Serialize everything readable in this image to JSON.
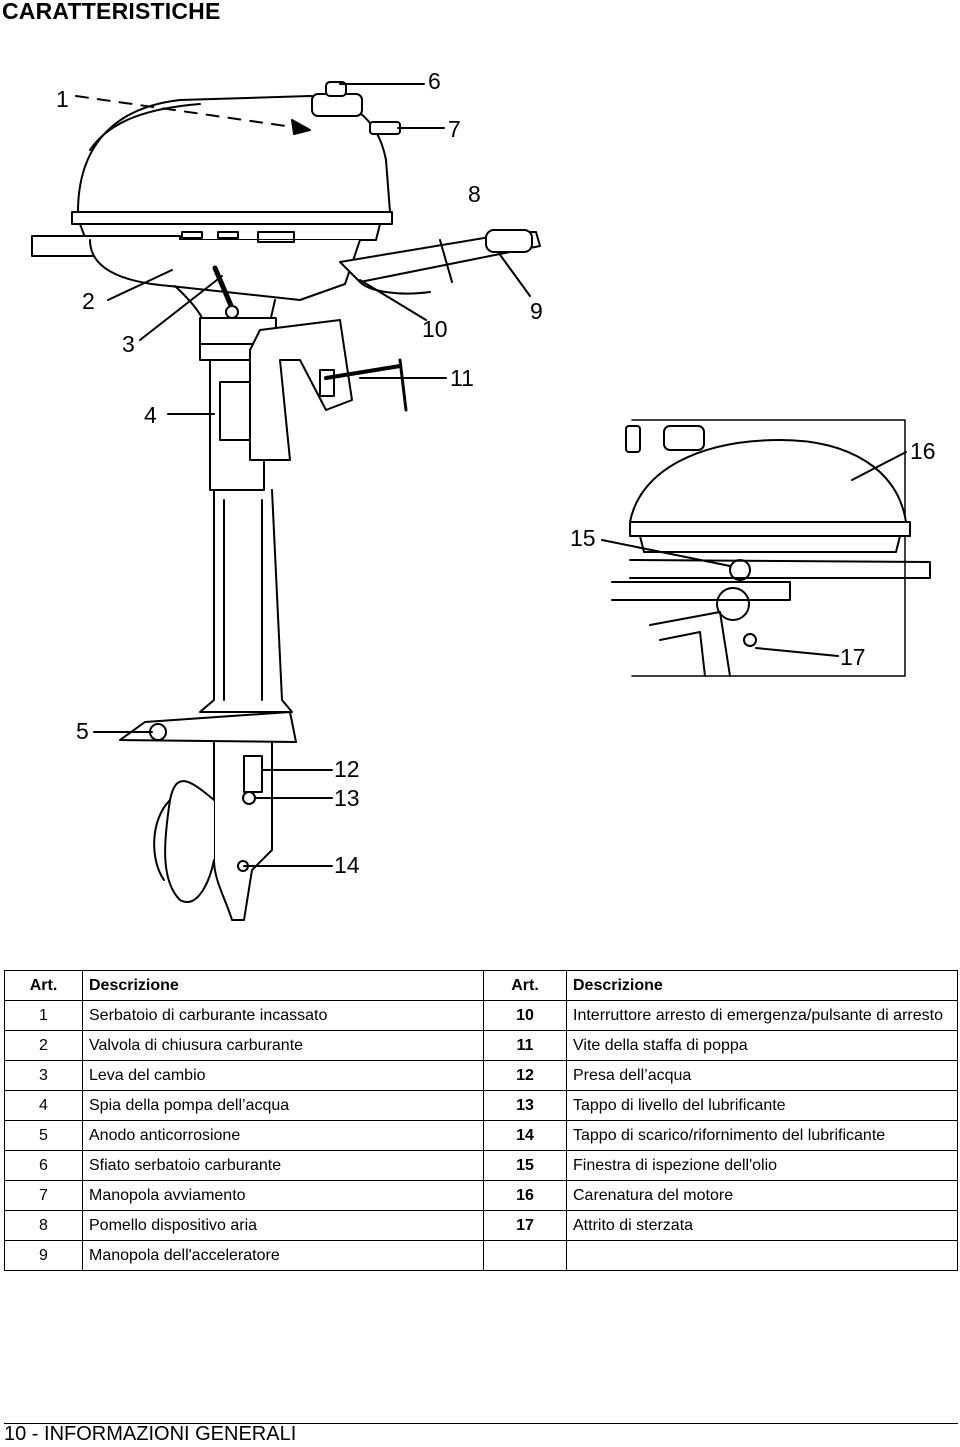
{
  "page": {
    "title": "CARATTERISTICHE",
    "footer": "10 - INFORMAZIONI GENERALI"
  },
  "callouts": [
    "1",
    "2",
    "3",
    "4",
    "5",
    "6",
    "7",
    "8",
    "9",
    "10",
    "11",
    "12",
    "13",
    "14",
    "15",
    "16",
    "17"
  ],
  "table": {
    "headers": [
      "Art.",
      "Descrizione",
      "Art.",
      "Descrizione"
    ],
    "rows": [
      {
        "n1": "1",
        "d1": "Serbatoio di carburante incassato",
        "n2": "10",
        "d2": "Interruttore arresto di emergenza/pulsante di arresto"
      },
      {
        "n1": "2",
        "d1": "Valvola di chiusura carburante",
        "n2": "11",
        "d2": "Vite della staffa di poppa"
      },
      {
        "n1": "3",
        "d1": "Leva del cambio",
        "n2": "12",
        "d2": "Presa dell’acqua"
      },
      {
        "n1": "4",
        "d1": "Spia della pompa dell’acqua",
        "n2": "13",
        "d2": "Tappo di livello del lubrificante"
      },
      {
        "n1": "5",
        "d1": "Anodo anticorrosione",
        "n2": "14",
        "d2": "Tappo di scarico/rifornimento del lubrificante"
      },
      {
        "n1": "6",
        "d1": "Sfiato serbatoio carburante",
        "n2": "15",
        "d2": "Finestra di ispezione dell'olio"
      },
      {
        "n1": "7",
        "d1": "Manopola avviamento",
        "n2": "16",
        "d2": "Carenatura del motore"
      },
      {
        "n1": "8",
        "d1": "Pomello dispositivo aria",
        "n2": "17",
        "d2": "Attrito di sterzata"
      },
      {
        "n1": "9",
        "d1": "Manopola dell'acceleratore",
        "n2": "",
        "d2": ""
      }
    ]
  }
}
